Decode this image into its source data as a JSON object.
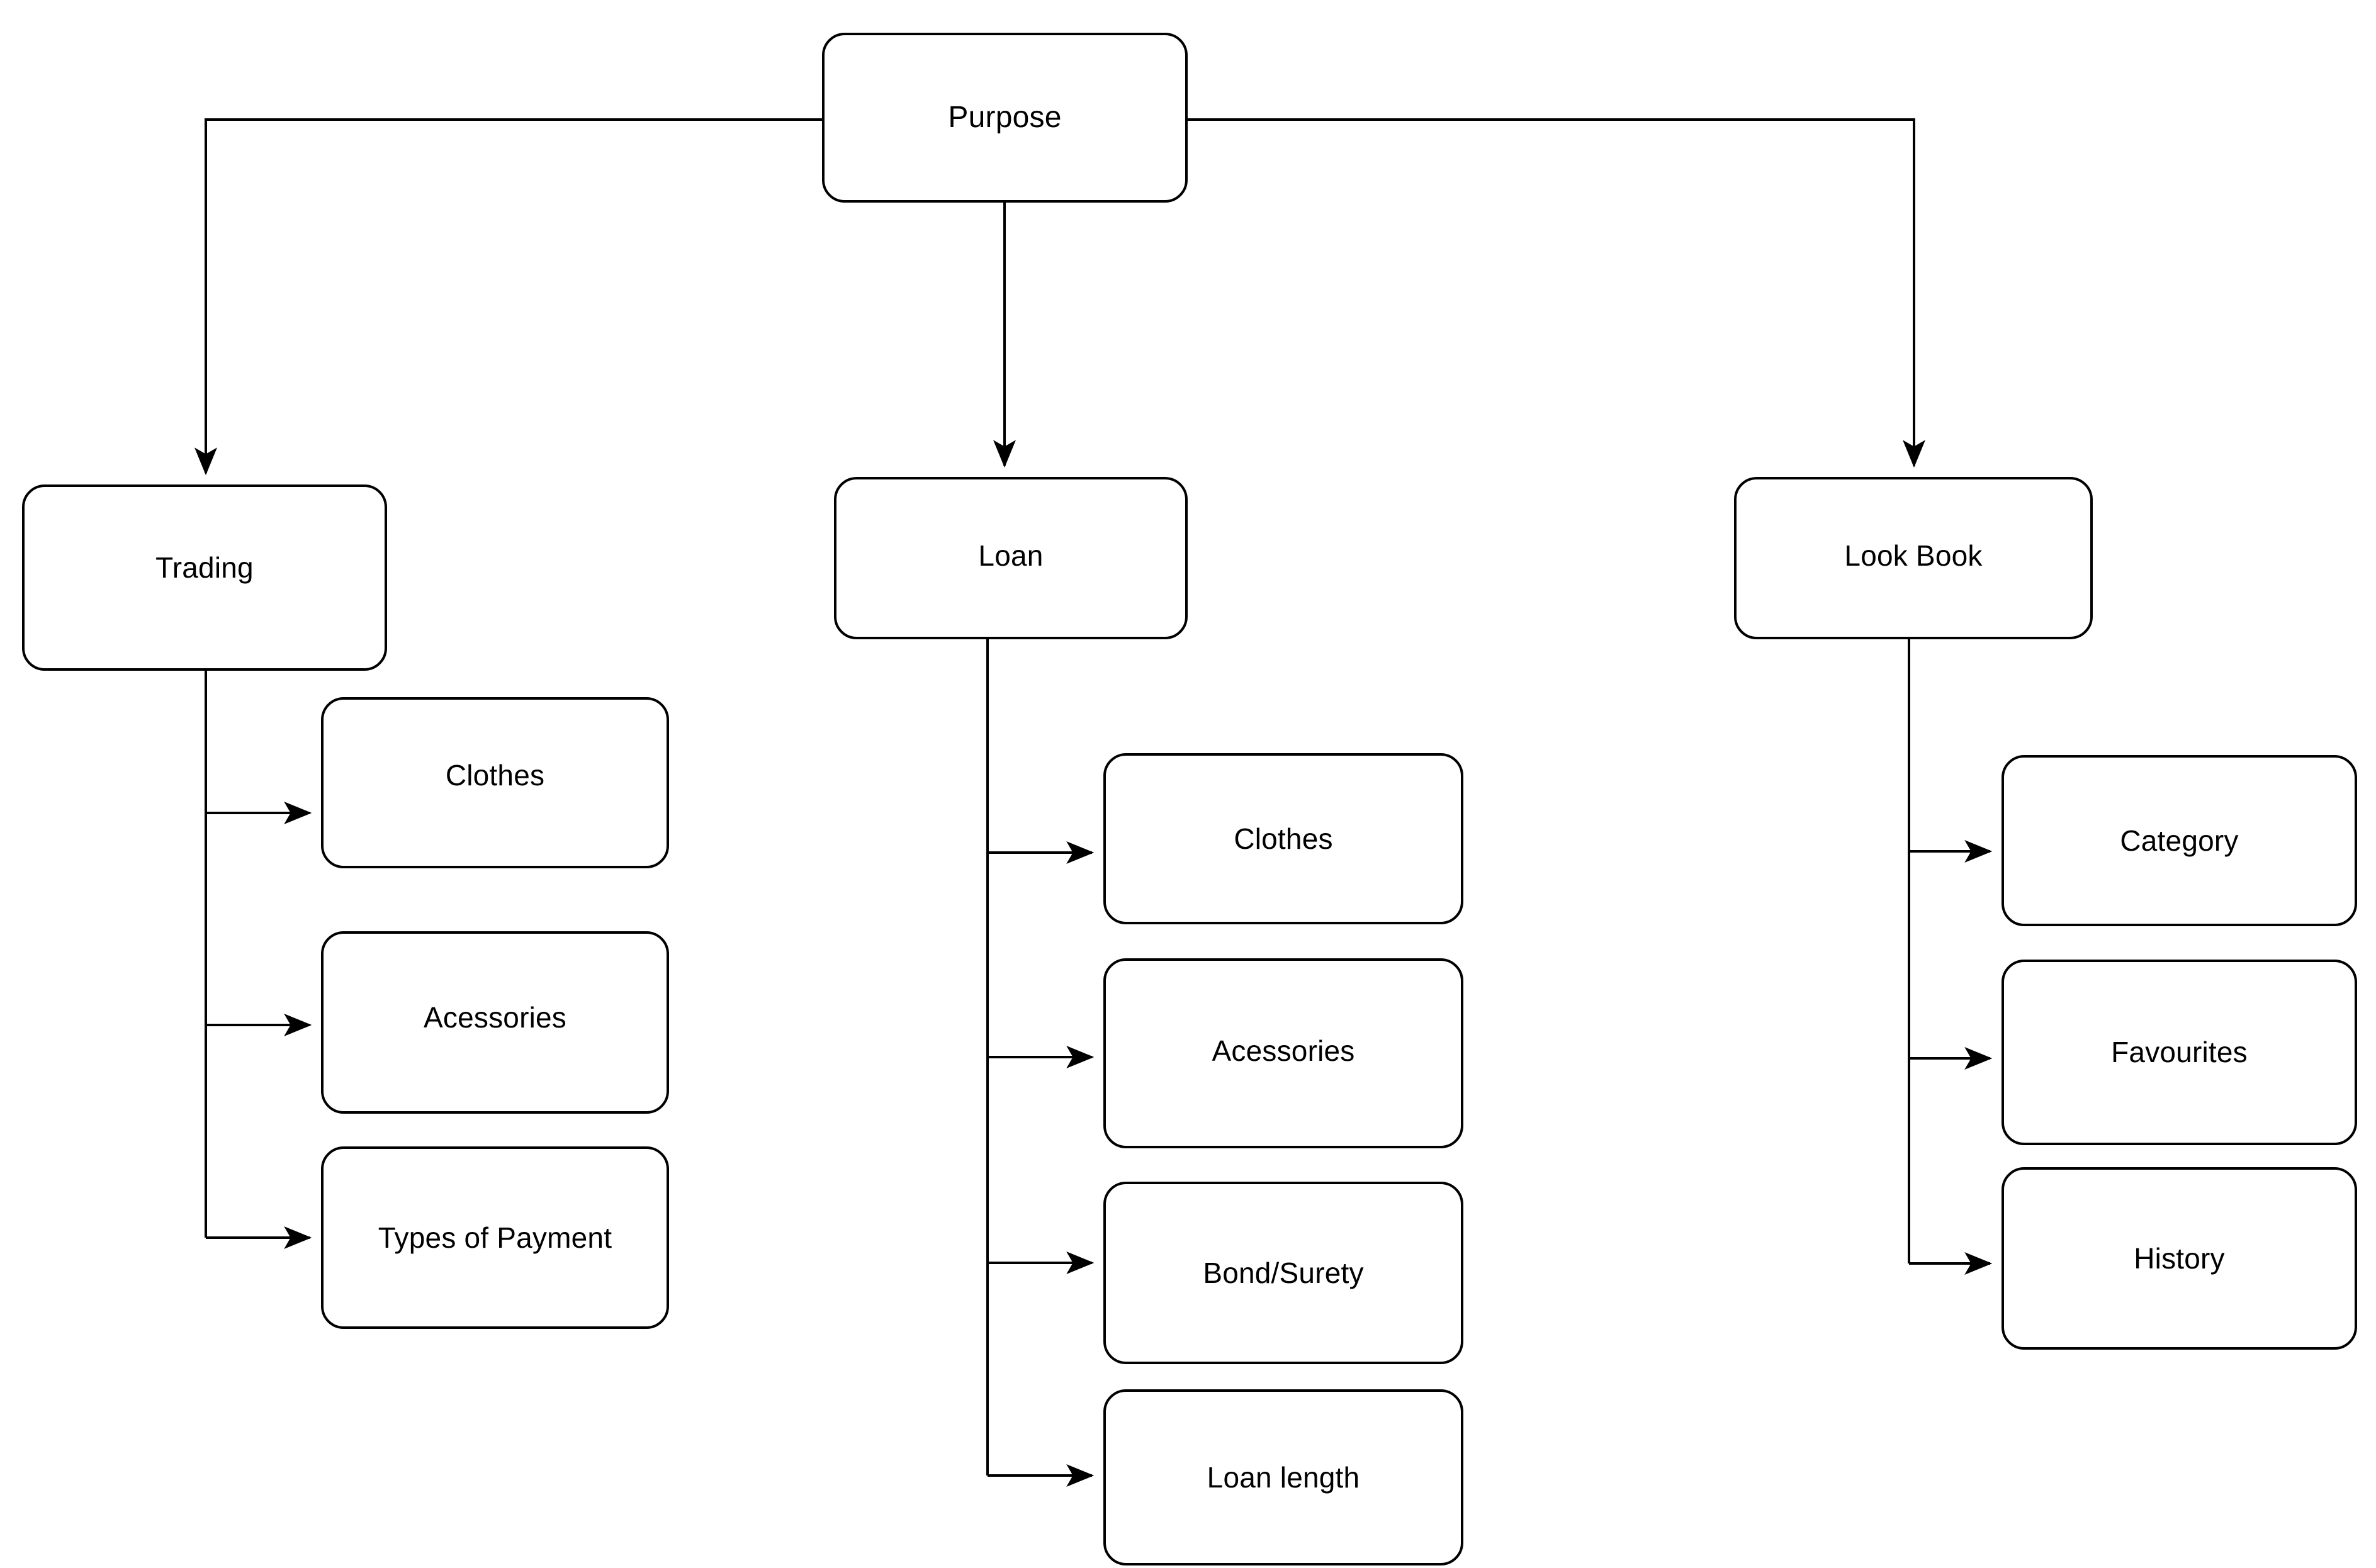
{
  "diagram": {
    "type": "tree-hierarchy",
    "orientation": "top-down-then-right",
    "stroke_color": "#000000",
    "fill_color": "#ffffff",
    "text_color": "#000000",
    "root": {
      "id": "purpose",
      "label": "Purpose"
    },
    "branches": [
      {
        "id": "trading",
        "label": "Trading",
        "children": [
          {
            "id": "trading-clothes",
            "label": "Clothes"
          },
          {
            "id": "trading-acc",
            "label": "Acessories"
          },
          {
            "id": "trading-payment",
            "label": "Types of Payment"
          }
        ]
      },
      {
        "id": "loan",
        "label": "Loan",
        "children": [
          {
            "id": "loan-clothes",
            "label": "Clothes"
          },
          {
            "id": "loan-acc",
            "label": "Acessories"
          },
          {
            "id": "loan-bond",
            "label": "Bond/Surety"
          },
          {
            "id": "loan-length",
            "label": "Loan length"
          }
        ]
      },
      {
        "id": "lookbook",
        "label": "Look Book",
        "children": [
          {
            "id": "lb-category",
            "label": "Category"
          },
          {
            "id": "lb-favourites",
            "label": "Favourites"
          },
          {
            "id": "lb-history",
            "label": "History"
          }
        ]
      }
    ]
  }
}
